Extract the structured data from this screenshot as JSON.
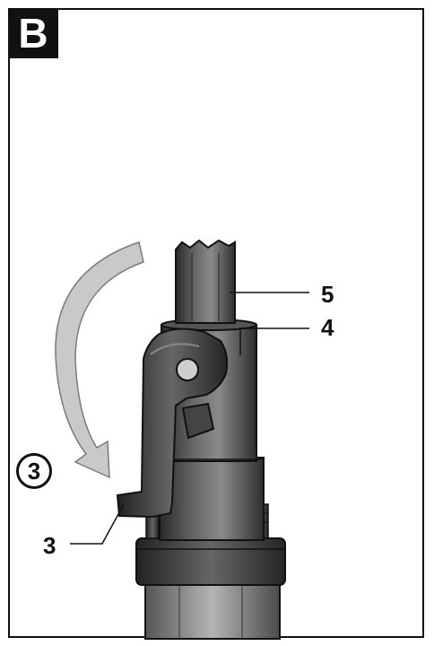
{
  "figure": {
    "badge": "B",
    "step_marker": "3",
    "callouts": {
      "part_5": "5",
      "part_4": "4",
      "part_3": "3"
    }
  }
}
